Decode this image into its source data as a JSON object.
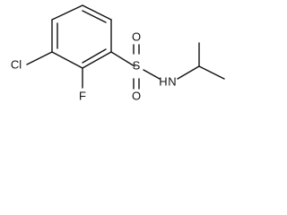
{
  "molecule": {
    "atoms": {
      "cl": "Cl",
      "f": "F",
      "s": "S",
      "o_top": "O",
      "o_bottom": "O",
      "n": "N",
      "h": "H"
    }
  },
  "colors": {
    "bond": "#111111",
    "background": "#ffffff"
  }
}
